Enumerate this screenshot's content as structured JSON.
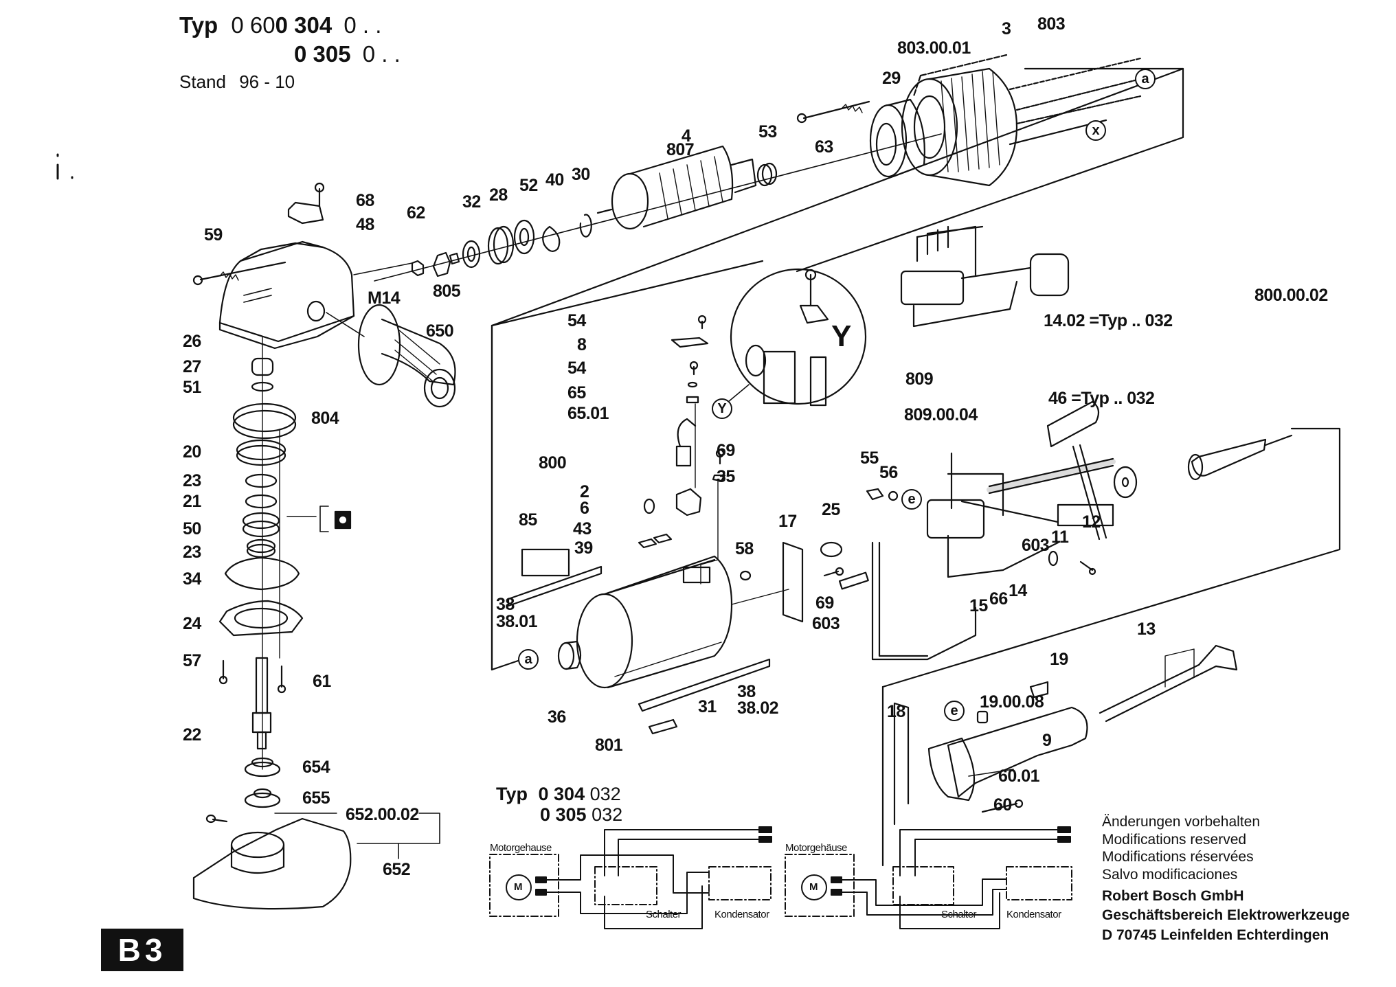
{
  "header": {
    "typ_label": "Typ",
    "line1_prefix": "0 60",
    "line1_bold": "0 304",
    "line1_suffix": "0 . .",
    "line2_bold": "0 305",
    "line2_suffix": "0 . .",
    "stand_label": "Stand",
    "stand_value": "96 - 10"
  },
  "page_badge": "B3",
  "detail_marker": "Y",
  "reference_circles": {
    "a": "a",
    "x": "x",
    "e": "e",
    "y": "Y"
  },
  "part_labels": {
    "p3": "3",
    "p803": "803",
    "p803_00_01": "803.00.01",
    "p29": "29",
    "p63": "63",
    "p4": "4",
    "p807": "807",
    "p53": "53",
    "p32": "32",
    "p28": "28",
    "p52": "52",
    "p40": "40",
    "p30": "30",
    "p62": "62",
    "p805": "805",
    "p68": "68",
    "p48": "48",
    "p59": "59",
    "pM14": "M14",
    "p650": "650",
    "p26": "26",
    "p27": "27",
    "p51": "51",
    "p804": "804",
    "p20": "20",
    "p23a": "23",
    "p21": "21",
    "p50": "50",
    "p23b": "23",
    "p34": "34",
    "p24": "24",
    "p57": "57",
    "p61": "61",
    "p22": "22",
    "p654": "654",
    "p655": "655",
    "p652_00_02": "652.00.02",
    "p652": "652",
    "p54a": "54",
    "p8": "8",
    "p54b": "54",
    "p65": "65",
    "p65_01": "65.01",
    "p800": "800",
    "p69a": "69",
    "p35": "35",
    "p2": "2",
    "p6": "6",
    "p85": "85",
    "p43": "43",
    "p39": "39",
    "p58": "58",
    "p17": "17",
    "p25": "25",
    "p69b": "69",
    "p603a": "603",
    "p38a": "38",
    "p38_01": "38.01",
    "p36": "36",
    "p801": "801",
    "p31": "31",
    "p38b": "38",
    "p38_02": "38.02",
    "p14_02": "14.02 =Typ .. 032",
    "p800_00_02": "800.00.02",
    "p809": "809",
    "p809_00_04": "809.00.04",
    "p46": "46 =Typ .. 032",
    "p55": "55",
    "p56": "56",
    "p603b": "603",
    "p11": "11",
    "p12": "12",
    "p15": "15",
    "p66": "66",
    "p14": "14",
    "p13": "13",
    "p19": "19",
    "p19_00_08": "19.00.08",
    "p18": "18",
    "p9": "9",
    "p60_01": "60.01",
    "p60": "60"
  },
  "wiring": {
    "typ_label": "Typ",
    "line1_bold": "0 304",
    "line1_suffix": "032",
    "line2_bold": "0 305",
    "line2_suffix": "032",
    "diagram1": {
      "motor_housing": "Motorgehause",
      "motor": "M",
      "switch": "Schalter",
      "capacitor": "Kondensator"
    },
    "diagram2": {
      "motor_housing": "Motorgehäuse",
      "motor": "M",
      "switch": "Schalter",
      "capacitor": "Kondensator"
    }
  },
  "notes": [
    "Änderungen vorbehalten",
    "Modifications reserved",
    "Modifications réservées",
    "Salvo modificaciones"
  ],
  "company": [
    "Robert Bosch GmbH",
    "Geschäftsbereich Elektrowerkzeuge",
    "D 70745 Leinfelden Echterdingen"
  ]
}
